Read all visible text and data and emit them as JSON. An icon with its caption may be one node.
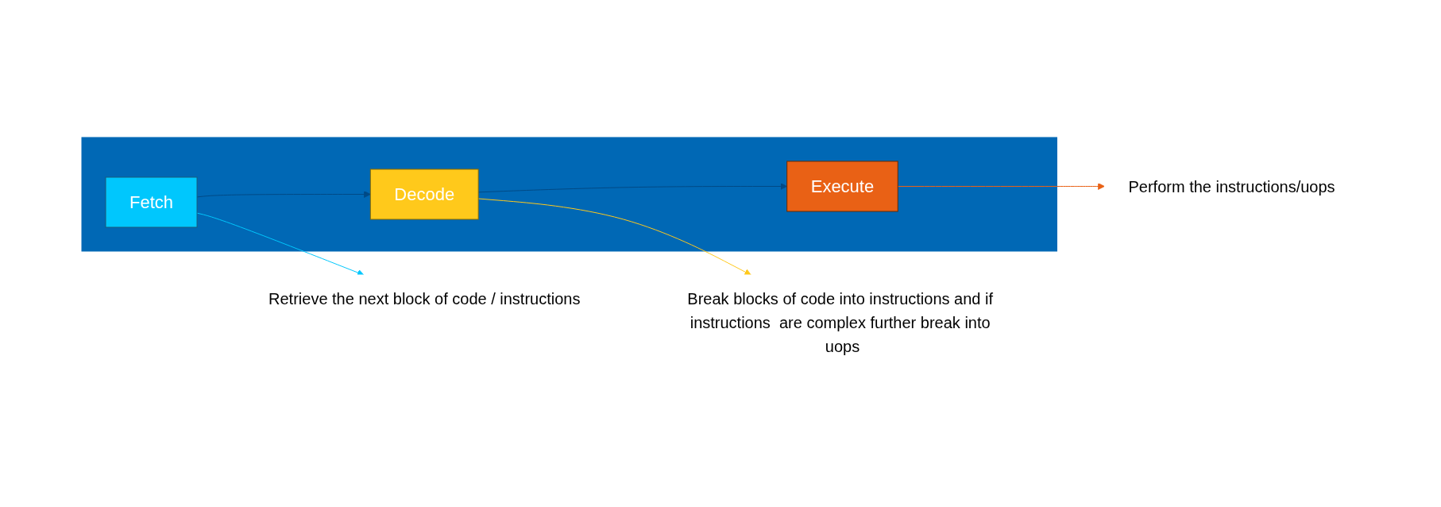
{
  "diagram": {
    "nodes": [
      {
        "text": [],
        "shape": "box"
      },
      {
        "text": [
          "Fetch"
        ],
        "in": 0
      },
      {
        "text": [
          "Decode"
        ],
        "in": 0
      },
      {
        "text": [
          "Execute"
        ],
        "in": 0
      },
      {
        "text": [
          "Retrieve the next block of code / instructions"
        ]
      },
      {
        "text": [
          "Break blocks of code into instructions and if instructions  are complex further break into uops"
        ]
      },
      {
        "text": [
          "Perform the instructions/uops"
        ]
      }
    ],
    "edges": [
      {
        "from": 1,
        "to": 2,
        "arrow": "to"
      },
      {
        "from": 2,
        "to": 3,
        "arrow": "to"
      },
      {
        "from": 1,
        "to": 4,
        "arrow": "to",
        "color": "#00c7fd"
      },
      {
        "from": 2,
        "to": 5,
        "arrow": "to",
        "color": "#ffc91b"
      },
      {
        "from": 3,
        "to": 6,
        "arrow": "to",
        "color": "#e96115"
      }
    ]
  }
}
